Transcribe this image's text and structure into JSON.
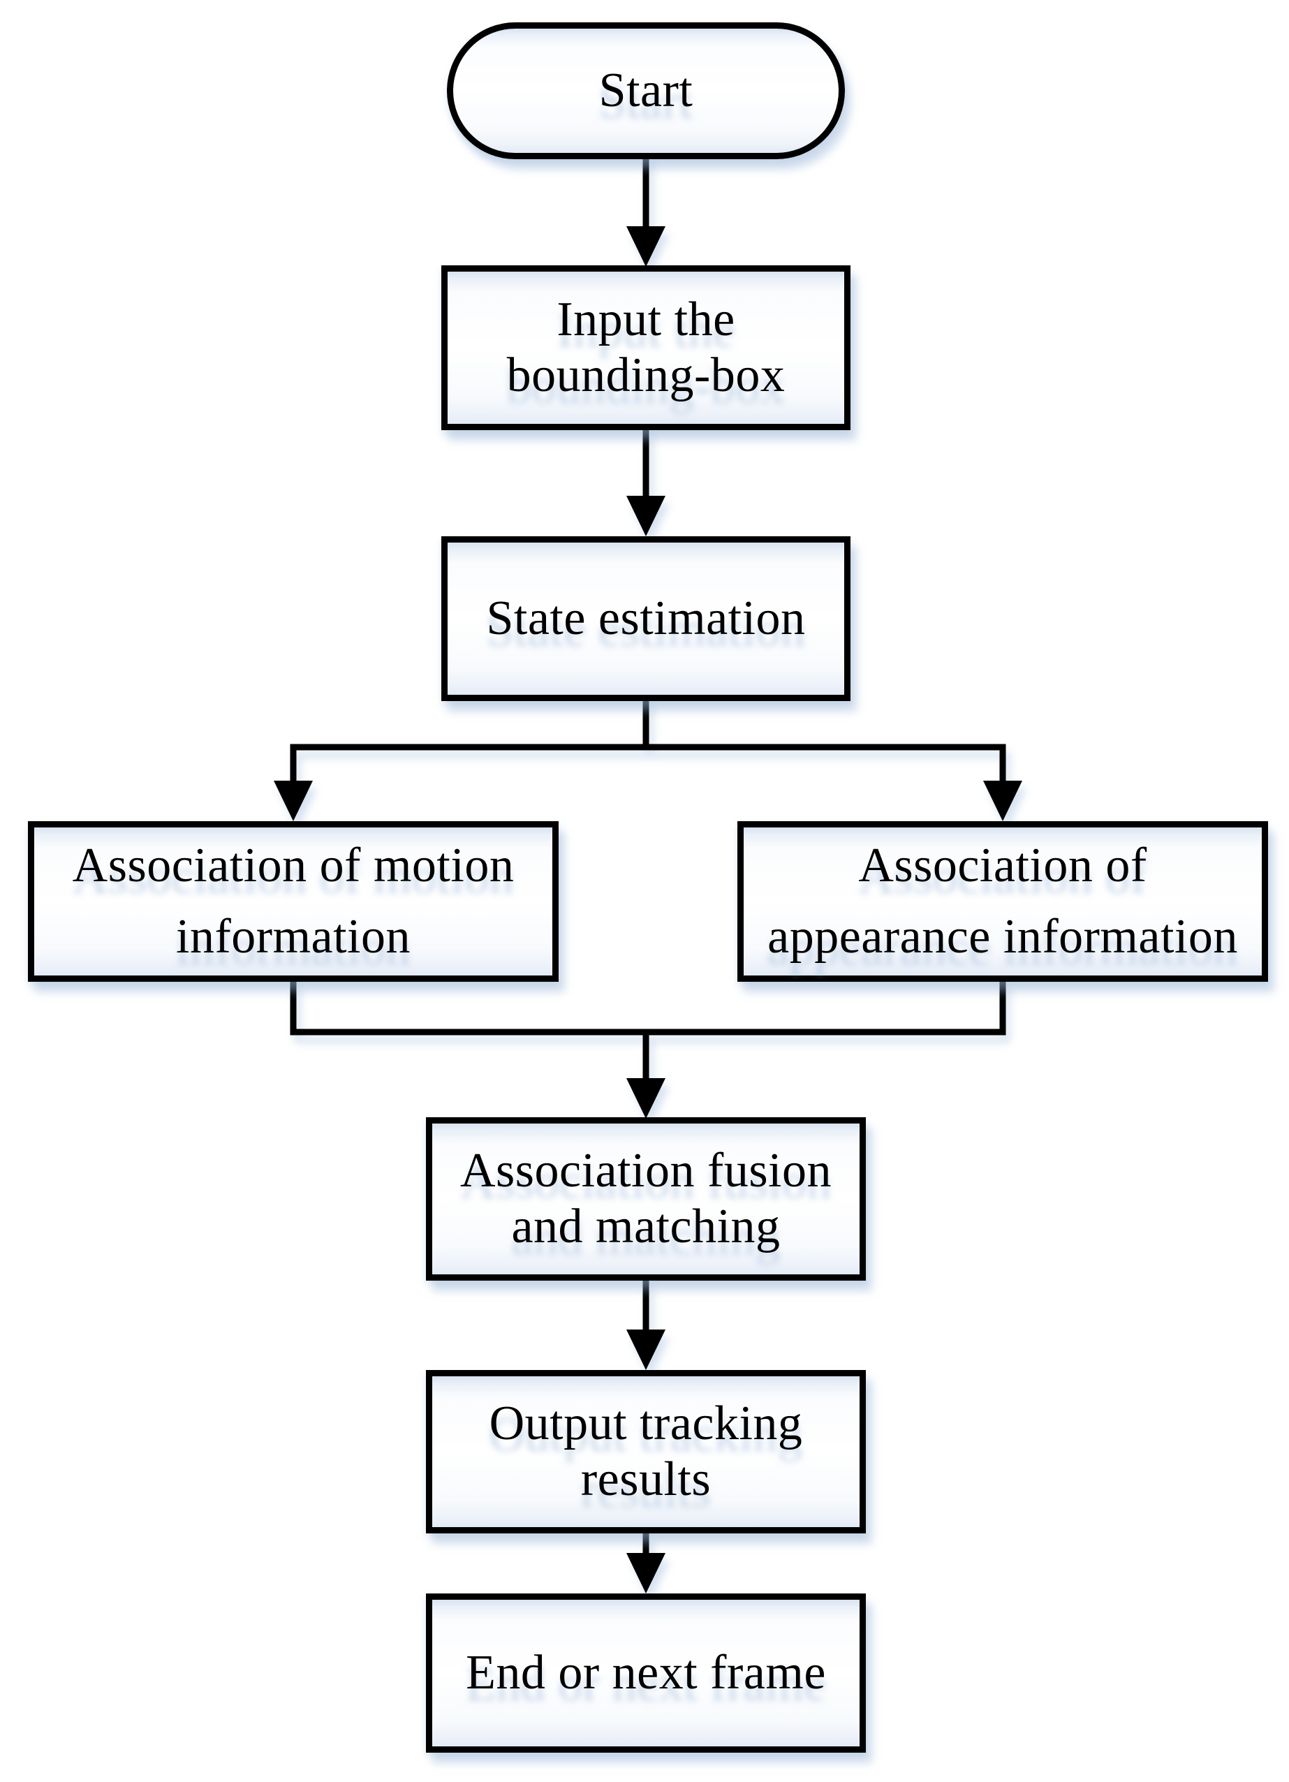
{
  "diagram": {
    "type": "flowchart",
    "background": "#ffffff",
    "colors": {
      "node_border": "#000000",
      "node_fill": "#ffffff",
      "node_fill_top_tint": "#d8e2f0",
      "connector": "#000000",
      "shadow": "#96b2d6",
      "text": "#000000"
    },
    "nodes": {
      "start": {
        "shape": "stadium",
        "lines": [
          "Start"
        ]
      },
      "input": {
        "shape": "rect",
        "lines": [
          "Input the",
          "bounding-box"
        ]
      },
      "state": {
        "shape": "rect",
        "lines": [
          "State estimation"
        ]
      },
      "motion": {
        "shape": "rect",
        "lines": [
          "Association of motion",
          "information"
        ]
      },
      "appearance": {
        "shape": "rect",
        "lines": [
          "Association of",
          "appearance information"
        ]
      },
      "fusion": {
        "shape": "rect",
        "lines": [
          "Association fusion",
          "and matching"
        ]
      },
      "output": {
        "shape": "rect",
        "lines": [
          "Output tracking",
          "results"
        ]
      },
      "end": {
        "shape": "rect",
        "lines": [
          "End or next frame"
        ]
      }
    },
    "edges": [
      {
        "from": "start",
        "to": "input"
      },
      {
        "from": "input",
        "to": "state"
      },
      {
        "from": "state",
        "to": "motion"
      },
      {
        "from": "state",
        "to": "appearance"
      },
      {
        "from": "motion",
        "to": "fusion"
      },
      {
        "from": "appearance",
        "to": "fusion"
      },
      {
        "from": "fusion",
        "to": "output"
      },
      {
        "from": "output",
        "to": "end"
      }
    ]
  }
}
